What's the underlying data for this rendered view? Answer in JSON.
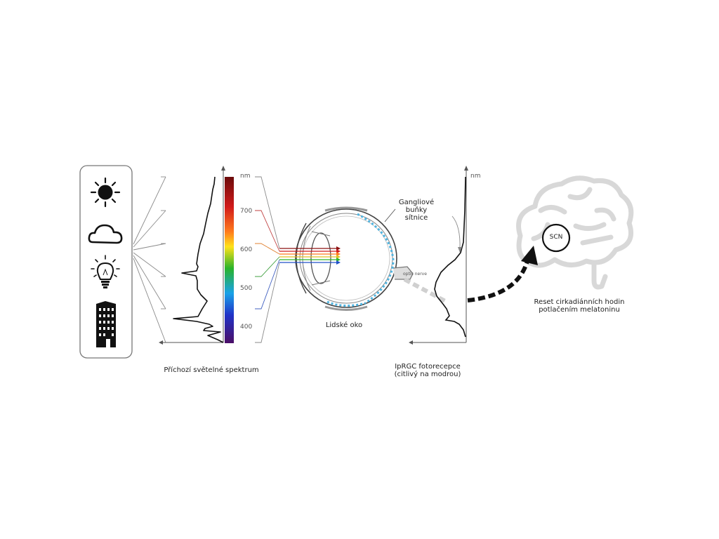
{
  "diagram": {
    "sources_panel": {
      "sources": [
        "sun-icon",
        "cloud-icon",
        "light-bulb-icon",
        "building-icon"
      ]
    },
    "spectrum_chart": {
      "unit": "nm",
      "ticks": [
        "700",
        "600",
        "500",
        "400"
      ],
      "caption": "Příchozí světelné spektrum"
    },
    "eye": {
      "caption": "Lidské oko",
      "retina_label": "Gangliové\nbuňky\nsítnice",
      "nerve_label": "optic nerve"
    },
    "iprgc_chart": {
      "unit": "nm",
      "caption": "IpRGC fotorecepce\n(citlivý na modrou)"
    },
    "brain": {
      "scn_label": "SCN",
      "caption": "Reset cirkadiánních hodin\npotlačením melatoninu"
    }
  }
}
